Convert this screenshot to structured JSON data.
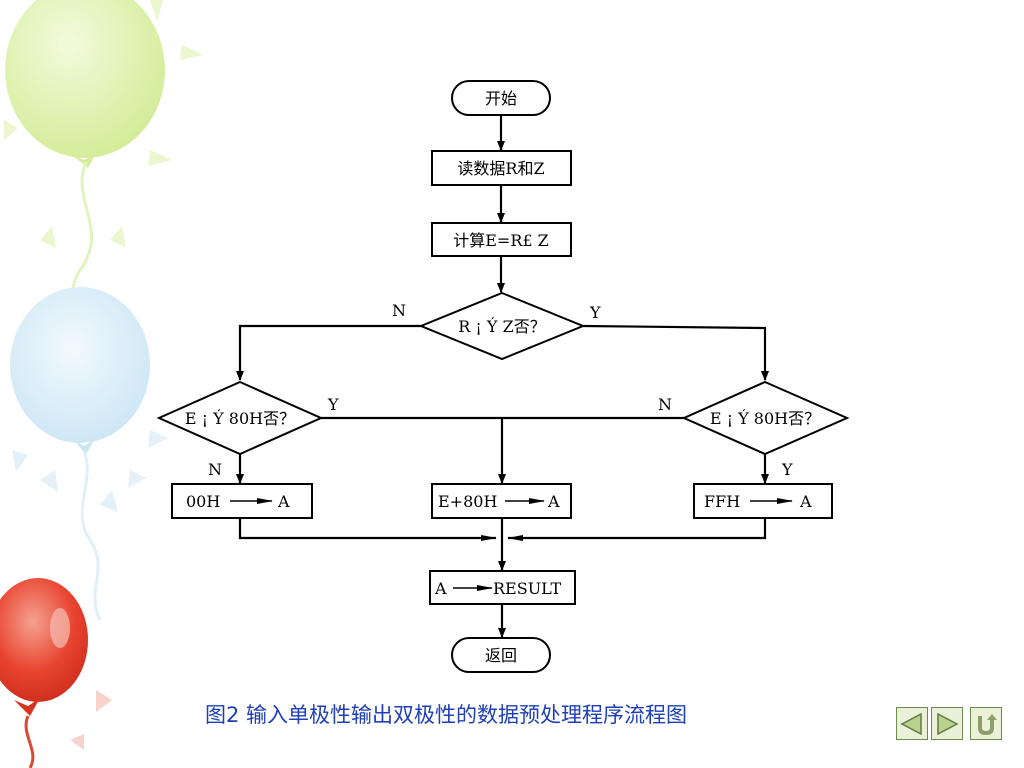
{
  "flowchart": {
    "start": "开始",
    "read": "读数据R和Z",
    "compute": "计算E=R£ Z",
    "cond_main": "R ¡ Ý Z否？",
    "cond_left": "E ¡ Ý 80H否？",
    "cond_right": "E ¡ Ý 80H否？",
    "box_left_src": "00H",
    "box_left_dst": "A",
    "box_mid_src": "E+80H",
    "box_mid_dst": "A",
    "box_right_src": "FFH",
    "box_right_dst": "A",
    "result_src": "A",
    "result_dst": "RESULT",
    "end": "返回",
    "label_main_no": "N",
    "label_main_yes": "Y",
    "label_left_yes": "Y",
    "label_left_no": "N",
    "label_right_no": "N",
    "label_right_yes": "Y"
  },
  "caption": "图2 输入单极性输出双极性的数据预处理程序流程图",
  "nav": {
    "prev_icon": "triangle-left-icon",
    "next_icon": "triangle-right-icon",
    "return_icon": "return-arrow-icon"
  },
  "colors": {
    "caption": "#1e3fb8",
    "nav_fill": "#eaf1d6",
    "nav_border": "#6d8a50",
    "balloon_green": "#d6ee9c",
    "balloon_blue": "#cde6f4",
    "balloon_red": "#e8432e"
  }
}
